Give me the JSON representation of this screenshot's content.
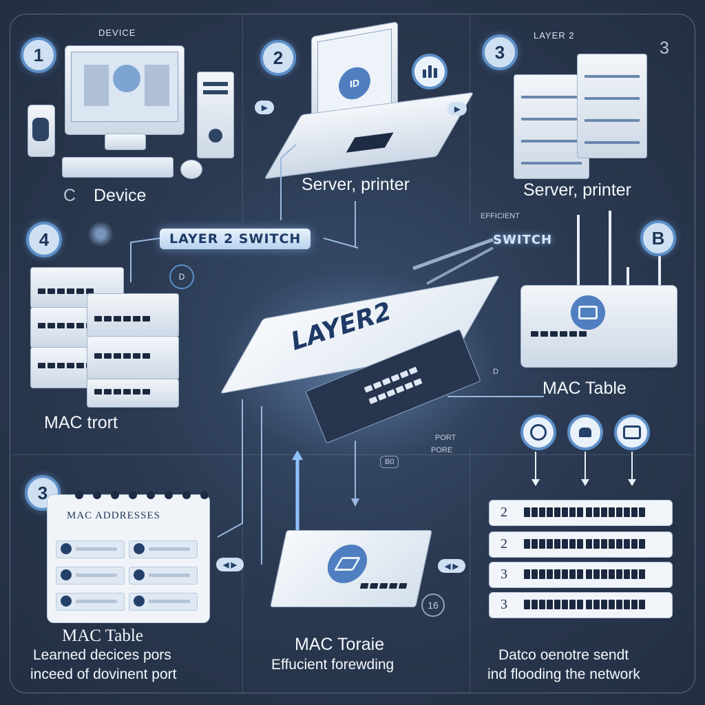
{
  "panel1": {
    "badge": "1",
    "caption_small": "DEVICE",
    "prefix": "C",
    "label": "Device"
  },
  "panel2": {
    "badge": "2",
    "label": "Server, printer",
    "screen_glyph": "ID"
  },
  "panel3": {
    "badge_left": "3",
    "badge_right": "3",
    "caption_small": "LAYER 2",
    "label": "Server, printer"
  },
  "middle": {
    "badge_left": "4",
    "chip_layer2_switch": "LAYER 2 SWITCH",
    "efficient_small": "EFFICIENT",
    "chip_switch": "SWITCH",
    "badge_right": "B",
    "switch_brand": "LAYER2",
    "mac_trort": "MAC trort",
    "mac_table_right": "MAC Table",
    "port_small_1": "PORT",
    "port_small_2": "PORE",
    "small_b0": "B0",
    "small_d": "D",
    "box_glyph": "D"
  },
  "bottom_left": {
    "badge": "3",
    "panel_title": "MAC ADDRESSES",
    "title": "MAC Table",
    "line1": "Learned decices pors",
    "line2": "inceed of dovinent port"
  },
  "bottom_center": {
    "title": "MAC Toraie",
    "line1": "Effucient forewding",
    "tag": "16"
  },
  "bottom_right": {
    "line1": "Datco oenotre sendt",
    "line2": "ind flooding the network",
    "rows": [
      "2",
      "2",
      "3",
      "3"
    ]
  },
  "arrows": {
    "a1": "▶",
    "a2": "▶",
    "a3": "◀ ▶",
    "a4": "◀ ▶"
  },
  "colors": {
    "background": "#2b3a52",
    "accent": "#5d8fc8",
    "chip_text": "#1d3a66"
  }
}
